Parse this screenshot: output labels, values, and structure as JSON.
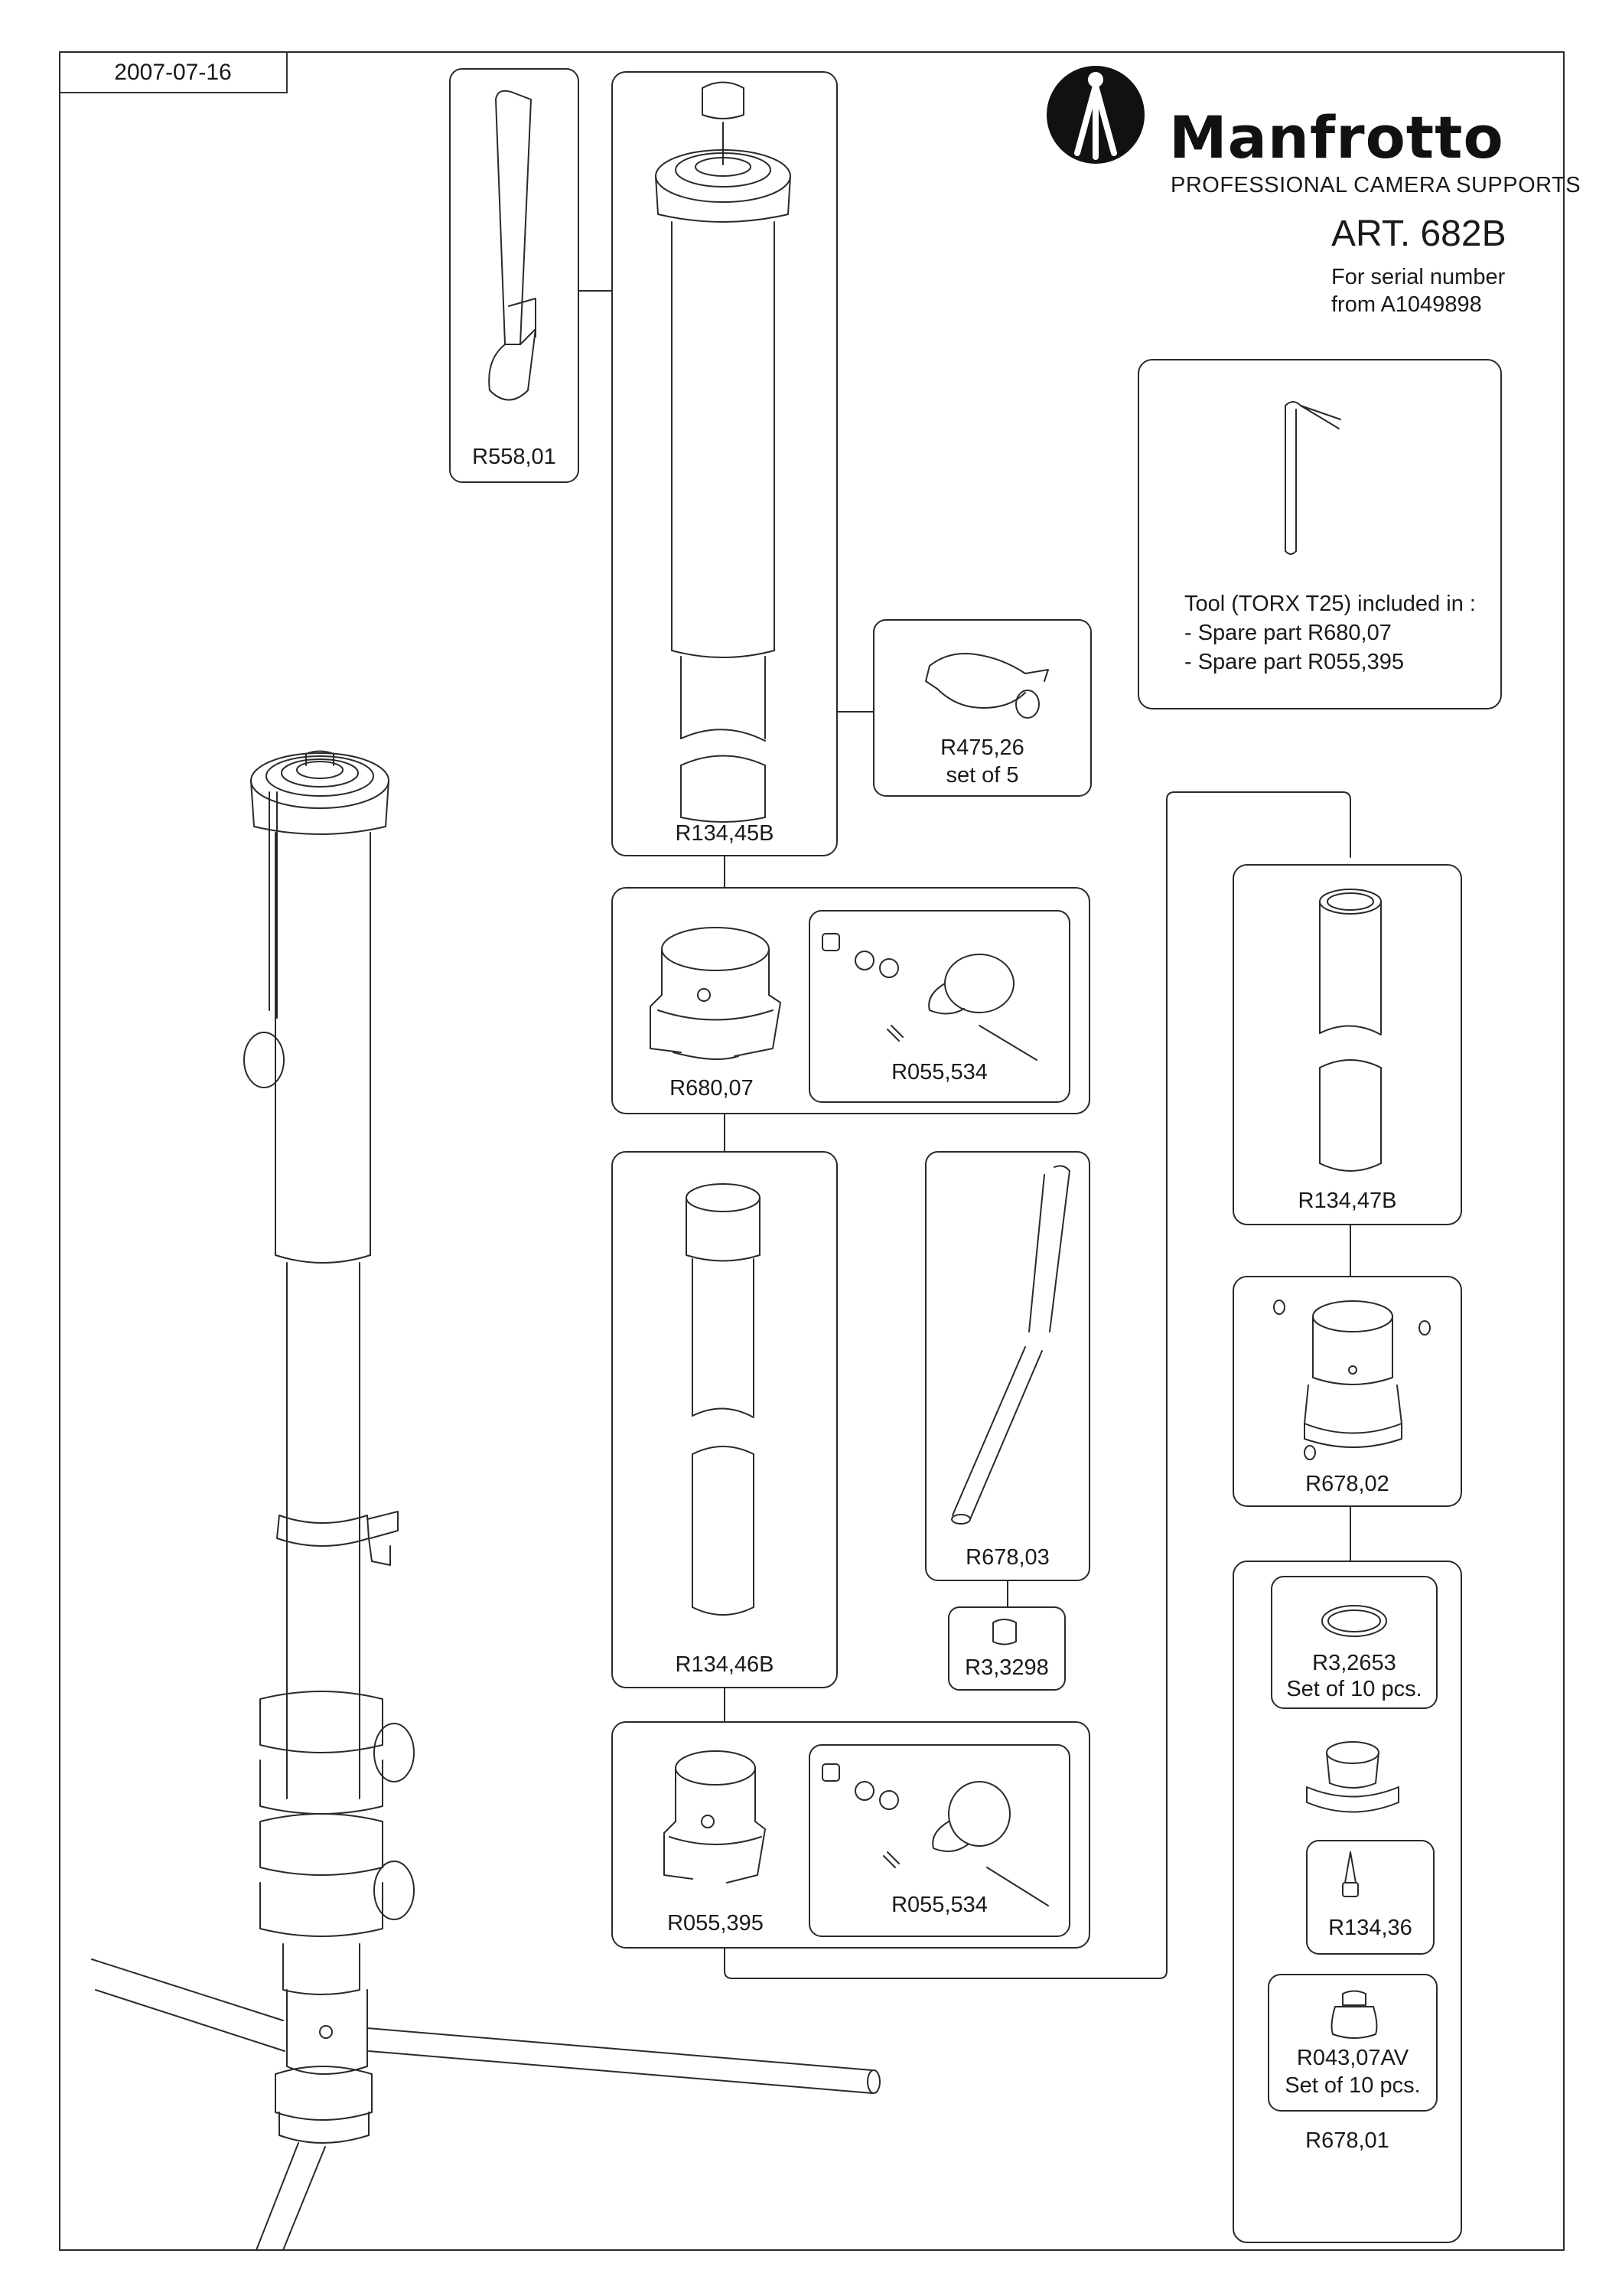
{
  "header": {
    "date": "2007-07-16",
    "brand": "Manfrotto",
    "tagline": "PROFESSIONAL CAMERA SUPPORTS",
    "article": "ART. 682B",
    "serial_line1": "For serial number",
    "serial_line2": "from A1049898"
  },
  "tool_note": {
    "line1": "Tool (TORX T25) included in :",
    "line2": "- Spare part R680,07",
    "line3": "- Spare part R055,395"
  },
  "parts": {
    "r558_01": "R558,01",
    "r134_45b": "R134,45B",
    "r475_26": "R475,26",
    "r475_26_sub": "set of 5",
    "r680_07": "R680,07",
    "r055_534_a": "R055,534",
    "r134_46b": "R134,46B",
    "r678_03": "R678,03",
    "r3_3298": "R3,3298",
    "r055_395": "R055,395",
    "r055_534_b": "R055,534",
    "r134_47b": "R134,47B",
    "r678_02": "R678,02",
    "r3_2653": "R3,2653",
    "r3_2653_sub": "Set of 10 pcs.",
    "r134_36": "R134,36",
    "r043_07av": "R043,07AV",
    "r043_07av_sub": "Set of 10 pcs.",
    "r678_01": "R678,01"
  },
  "colors": {
    "line": "#2a2a2a",
    "paper": "#ffffff",
    "ink": "#1a1a1a"
  }
}
